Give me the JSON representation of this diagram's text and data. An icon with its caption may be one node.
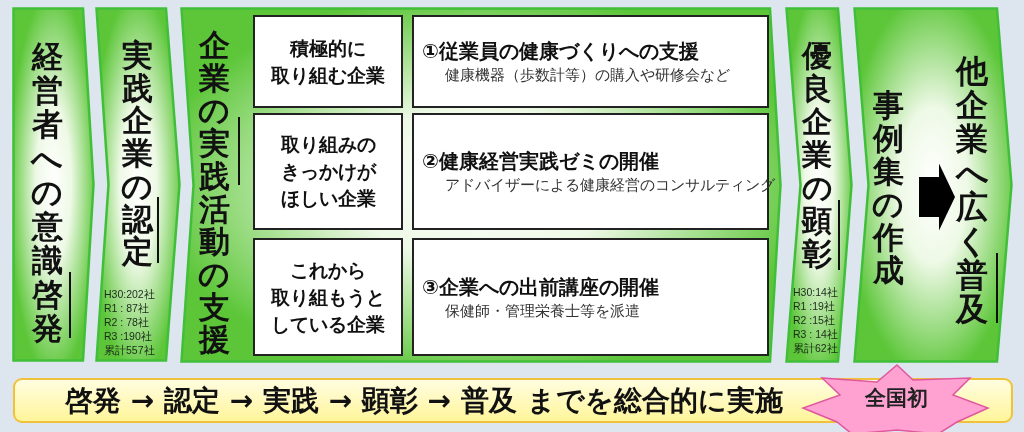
{
  "diagram": {
    "nodes": [
      {
        "text": [
          "経営者への意識啓発"
        ]
      },
      {
        "text": [
          "実践企業の認定",
          "H30:202社",
          "R1 : 87社",
          "R2 : 78社",
          "R3 :190社",
          "累計557社"
        ]
      },
      {
        "text": [
          "企業の実践活動の支援"
        ]
      },
      {
        "text": [
          "積極的に取り組む企業"
        ],
        "in": 2
      },
      {
        "text": [
          "①従業員の健康づくりへの支援",
          "健康機器（歩数計等）の購入や研修会など"
        ],
        "in": 2
      },
      {
        "text": [
          "取り組みのきっかけがほしい企業"
        ],
        "in": 2
      },
      {
        "text": [
          "②健康経営実践ゼミの開催",
          "アドバイザーによる健康経営のコンサルティング"
        ],
        "in": 2
      },
      {
        "text": [
          "これから取り組もうとしている企業"
        ],
        "in": 2
      },
      {
        "text": [
          "③企業への出前講座の開催",
          "保健師・管理栄養士等を派遣"
        ],
        "in": 2
      },
      {
        "text": [
          "優良企業の顕彰",
          "H30:14社",
          "R1 :19社",
          "R2 :15社",
          "R3 : 14社",
          "累計62社"
        ]
      },
      {
        "text": [],
        "shape": "chevron"
      },
      {
        "text": [
          "事例集の作成"
        ],
        "in": 10
      },
      {
        "text": [
          "他企業へ広く普及"
        ],
        "in": 10
      },
      {
        "text": [
          "啓発 → 認定 → 実践 → 顕彰 → 普及 までを総合的に実施"
        ]
      },
      {
        "text": [
          "全国初"
        ]
      }
    ],
    "edges": [
      {
        "from": 11,
        "to": 12,
        "arrow": "to"
      }
    ]
  }
}
